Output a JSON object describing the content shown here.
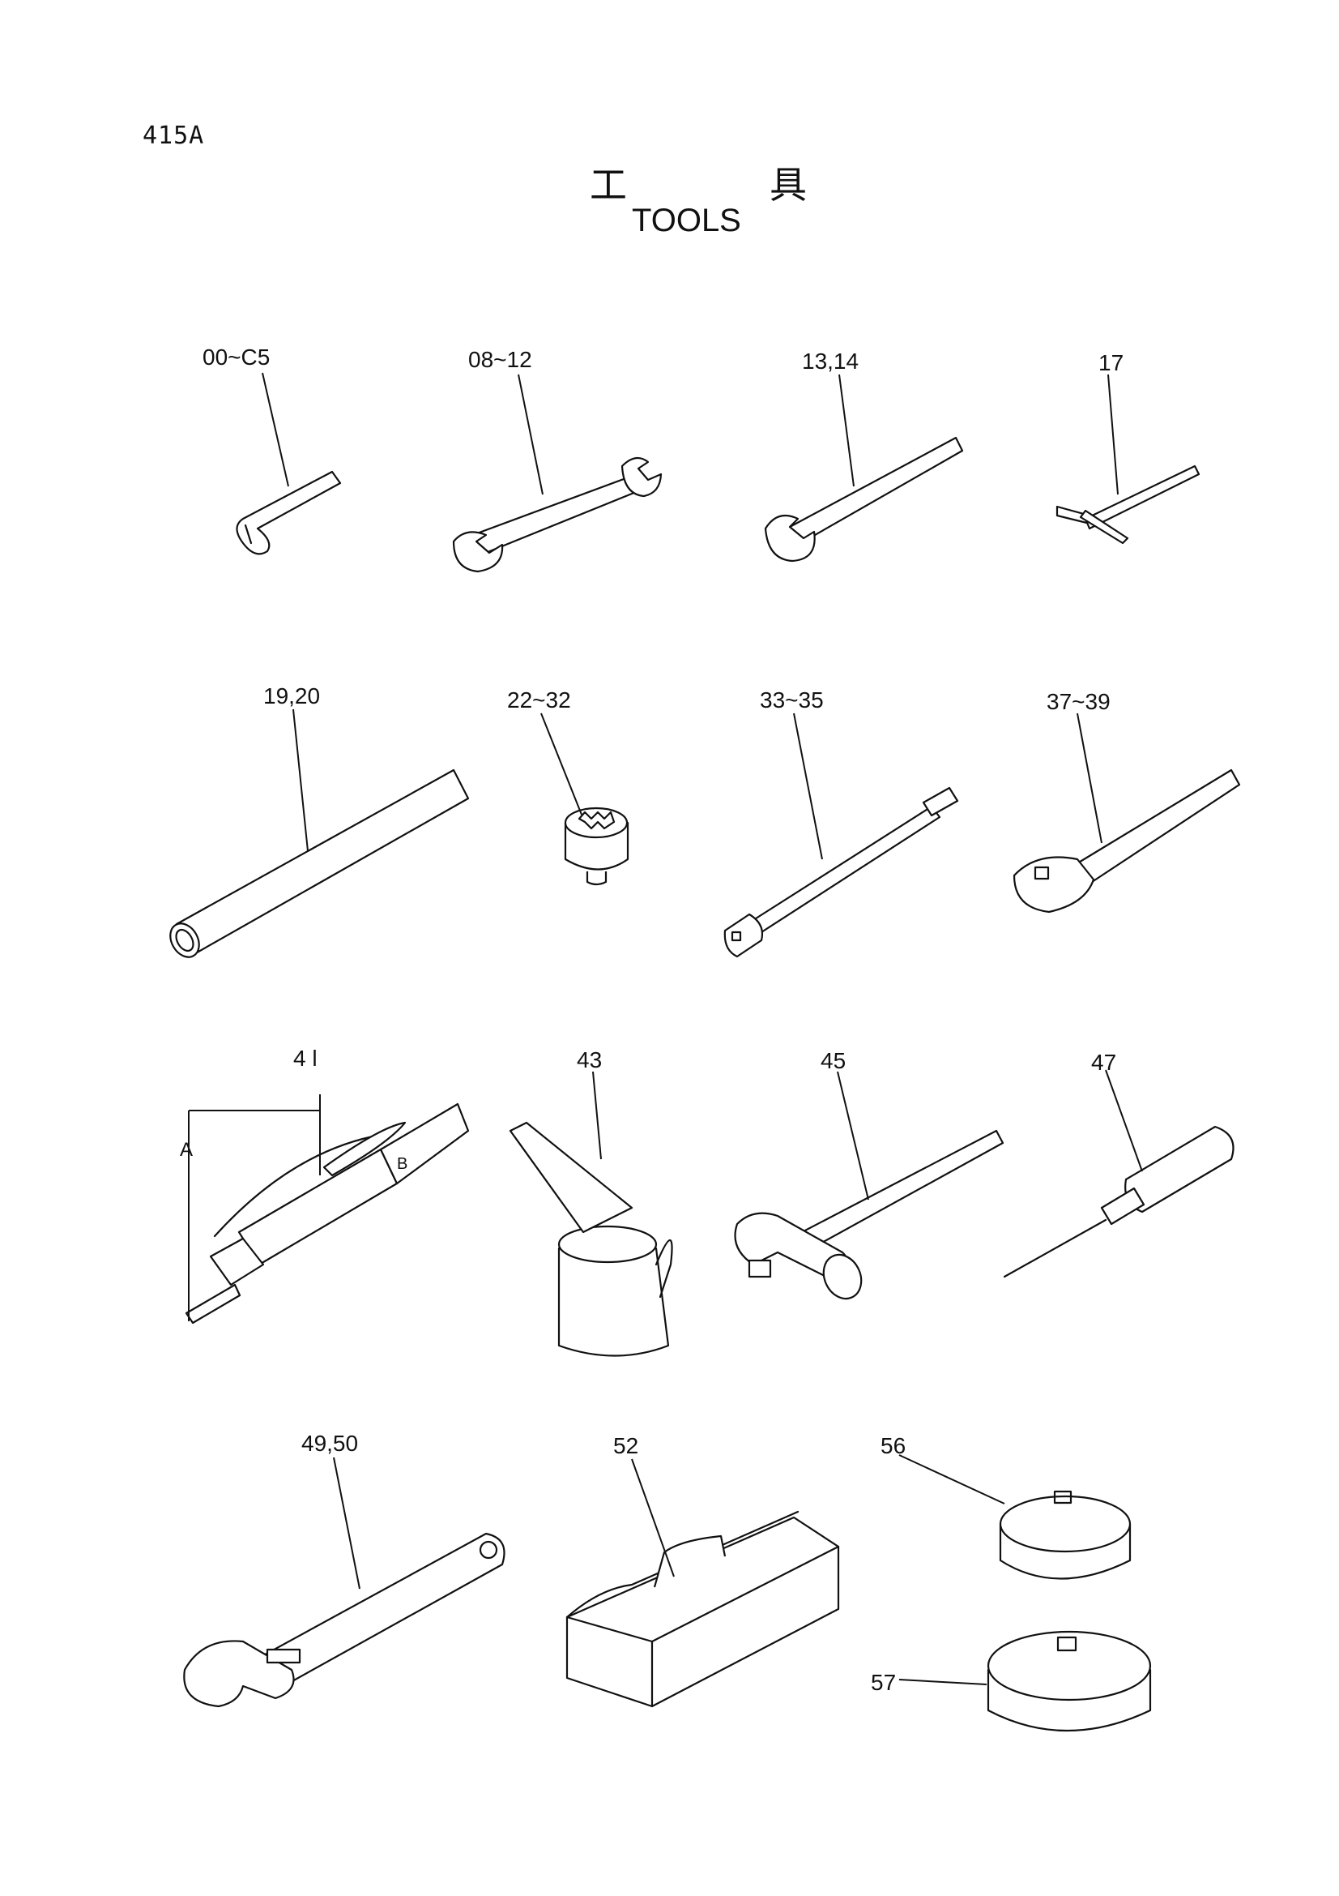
{
  "page_code": "415A",
  "title": {
    "cjk_left": "工",
    "cjk_right": "具",
    "english": "TOOLS"
  },
  "callouts": {
    "hex_key": "00~C5",
    "double_end_spanner": "08~12",
    "single_end_spanner": "13,14",
    "t_wrench": "17",
    "tube_bar": "19,20",
    "socket": "22~32",
    "extension_bar": "33~35",
    "ratchet_handle": "37~39",
    "grease_gun": "4 l",
    "grease_gun_detail_a": "A",
    "grease_gun_detail_b": "B",
    "oil_can": "43",
    "hammer": "45",
    "screwdriver": "47",
    "adjustable_wrench": "49,50",
    "tool_box": "52",
    "filter_wrench_small": "56",
    "filter_wrench_large": "57"
  }
}
